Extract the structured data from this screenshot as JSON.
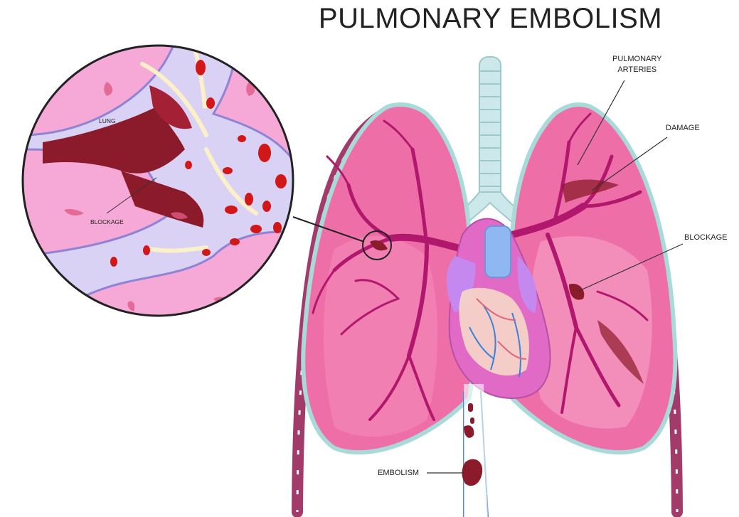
{
  "title": "PULMONARY EMBOLISM",
  "labels": {
    "pulmonary_arteries_line1": "PULMONARY",
    "pulmonary_arteries_line2": "ARTERIES",
    "damage": "DAMAGE",
    "blockage_right": "BLOCKAGE",
    "embolism": "EMBOLISM",
    "inset_lung": "LUNG",
    "inset_blockage": "BLOCKAGE"
  },
  "colors": {
    "lung_fill": "#ee6fa8",
    "lung_light": "#f7a6c9",
    "lung_outline": "#a9dada",
    "vessel": "#b0176d",
    "clot": "#8b1a2a",
    "rib": "#a23a6a",
    "heart_pink": "#e16ac7",
    "heart_blue": "#8fb7f2",
    "heart_purple": "#c488ee",
    "trachea": "#cde8ea",
    "inset_bg": "#f6a9d6",
    "inset_vessel": "#d9d2f5",
    "blood_cell": "#d11717"
  }
}
